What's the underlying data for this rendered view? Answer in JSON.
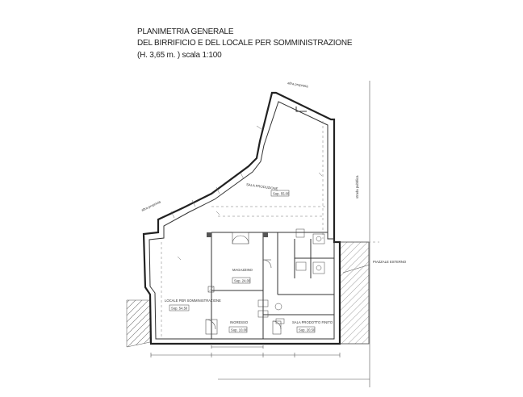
{
  "title": {
    "line1": "PLANIMETRIA GENERALE",
    "line2": "DEL BIRRIFICIO E DEL LOCALE PER SOMMINISTRAZIONE",
    "line3": "(H. 3,65 m. ) scala 1:100"
  },
  "plan_labels": {
    "altra_proprieta_top": "altra proprietà",
    "altra_proprieta_left": "altra proprietà",
    "via_publica": "strada pubblica",
    "sala_produzione": "SALA PRODUZIONE",
    "sala_produzione_area": "Sup. 55,00",
    "sala_somministrazione": "LOCALE PER SOMMINISTRAZIONE",
    "sala_somministrazione_area": "Sup. 54,50",
    "magazzino": "MAGAZZINO",
    "magazzino_area": "Sup. 24,00",
    "ingresso": "INGRESSO",
    "ingresso_area": "Sup. 10,00",
    "sala_prodotto_finito": "SALA PRODOTTO FINITO",
    "sala_prodotto_finito_area": "Sup. 20,50",
    "area_esterna": "PIAZZALE ESTERNO"
  }
}
